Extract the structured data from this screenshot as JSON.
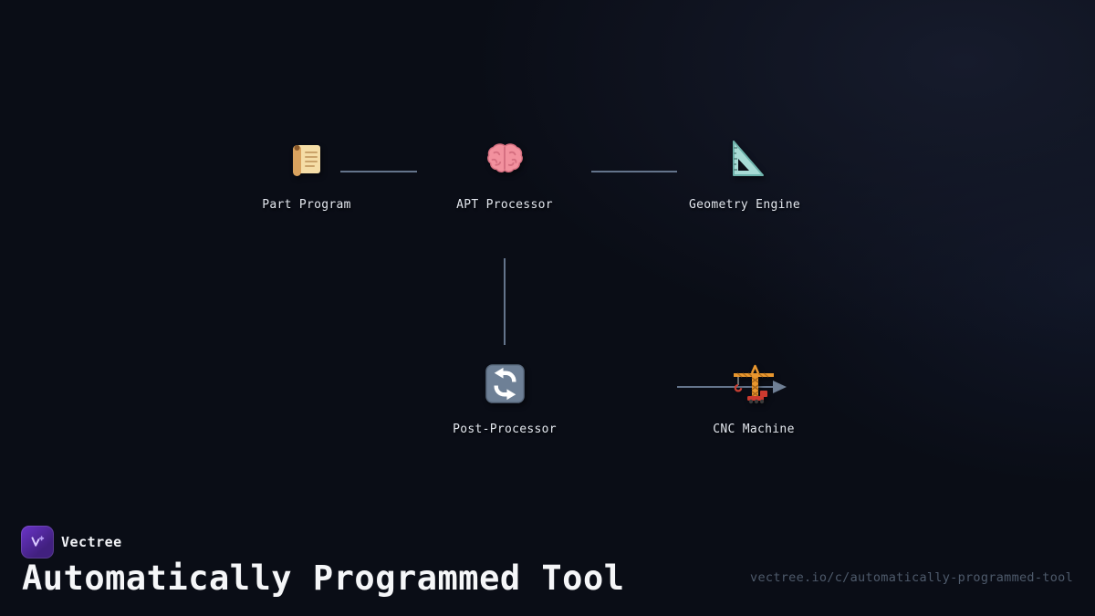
{
  "brand": {
    "name": "Vectree",
    "logo_icon": "vectree-logo-icon"
  },
  "footer": {
    "title": "Automatically Programmed Tool",
    "url": "vectree.io/c/automatically-programmed-tool"
  },
  "diagram": {
    "nodes": [
      {
        "label": "Part Program",
        "icon": "scroll-icon"
      },
      {
        "label": "APT Processor",
        "icon": "brain-icon"
      },
      {
        "label": "Geometry Engine",
        "icon": "triangular-ruler-icon"
      },
      {
        "label": "Post-Processor",
        "icon": "counterclockwise-arrows-icon"
      },
      {
        "label": "CNC Machine",
        "icon": "construction-crane-icon"
      }
    ],
    "edges": [
      {
        "from": "Part Program",
        "to": "APT Processor"
      },
      {
        "from": "APT Processor",
        "to": "Geometry Engine"
      },
      {
        "from": "APT Processor",
        "to": "Post-Processor"
      },
      {
        "from": "Post-Processor",
        "to": "CNC Machine"
      }
    ]
  },
  "colors": {
    "background": "#0a0d16",
    "edge": "#64748b",
    "accent": "#6b34c9",
    "text": "#e3e7ee",
    "muted": "#4e5a6b"
  }
}
